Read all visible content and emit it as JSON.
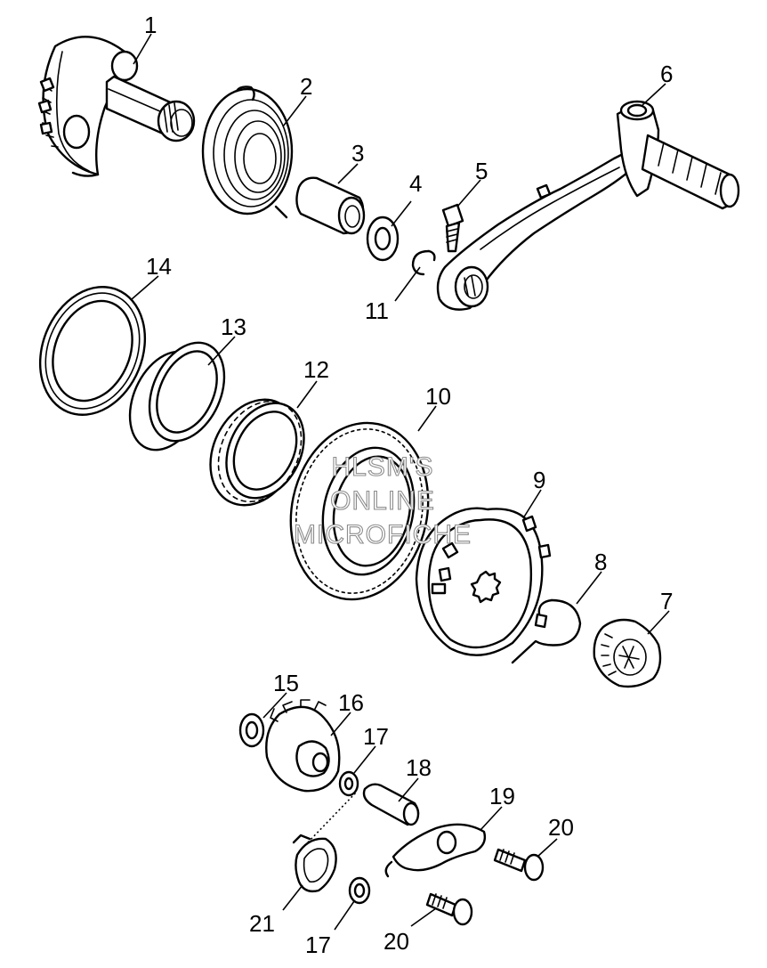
{
  "watermark": {
    "line1": "HLSM'S",
    "line2": "ONLINE",
    "line3": "MICROFICHE"
  },
  "callouts": [
    {
      "id": "kick-shaft",
      "label": "1"
    },
    {
      "id": "torsion-spring",
      "label": "2"
    },
    {
      "id": "spring-guide",
      "label": "3"
    },
    {
      "id": "washer-4",
      "label": "4"
    },
    {
      "id": "pinch-bolt",
      "label": "5"
    },
    {
      "id": "kick-lever",
      "label": "6"
    },
    {
      "id": "drive-gear",
      "label": "7"
    },
    {
      "id": "spring-clip",
      "label": "8"
    },
    {
      "id": "clutch-plate",
      "label": "9"
    },
    {
      "id": "ring-gear",
      "label": "10"
    },
    {
      "id": "circlip",
      "label": "11"
    },
    {
      "id": "bearing-12",
      "label": "12"
    },
    {
      "id": "bearing-13",
      "label": "13"
    },
    {
      "id": "oil-seal",
      "label": "14"
    },
    {
      "id": "washer-15",
      "label": "15"
    },
    {
      "id": "idle-gear",
      "label": "16"
    },
    {
      "id": "washer-17a",
      "label": "17"
    },
    {
      "id": "idle-shaft",
      "label": "18"
    },
    {
      "id": "stopper-plate",
      "label": "19"
    },
    {
      "id": "screw-20a",
      "label": "20"
    },
    {
      "id": "cover-21",
      "label": "21"
    },
    {
      "id": "washer-17b",
      "label": "17"
    },
    {
      "id": "screw-20b",
      "label": "20"
    }
  ]
}
